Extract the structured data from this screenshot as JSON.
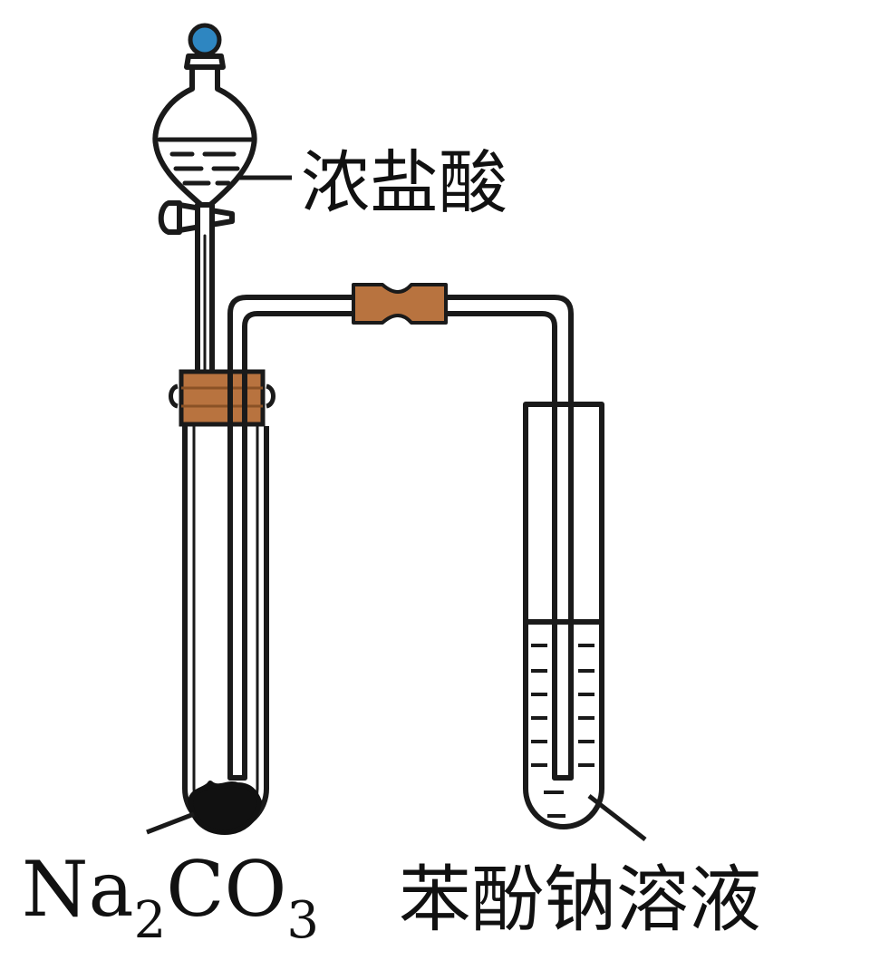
{
  "labels": {
    "acid": "浓盐酸",
    "solution": "苯酚钠溶液",
    "carbonate": {
      "na": "Na",
      "sub1": "2",
      "co": "CO",
      "sub2": "3"
    }
  },
  "colors": {
    "outline": "#1a1a1a",
    "rubber": "#b8733f",
    "rubber_dark": "#8a5226",
    "stopper_knob": "#2e86c1",
    "solid": "#111111",
    "background": "#ffffff"
  }
}
